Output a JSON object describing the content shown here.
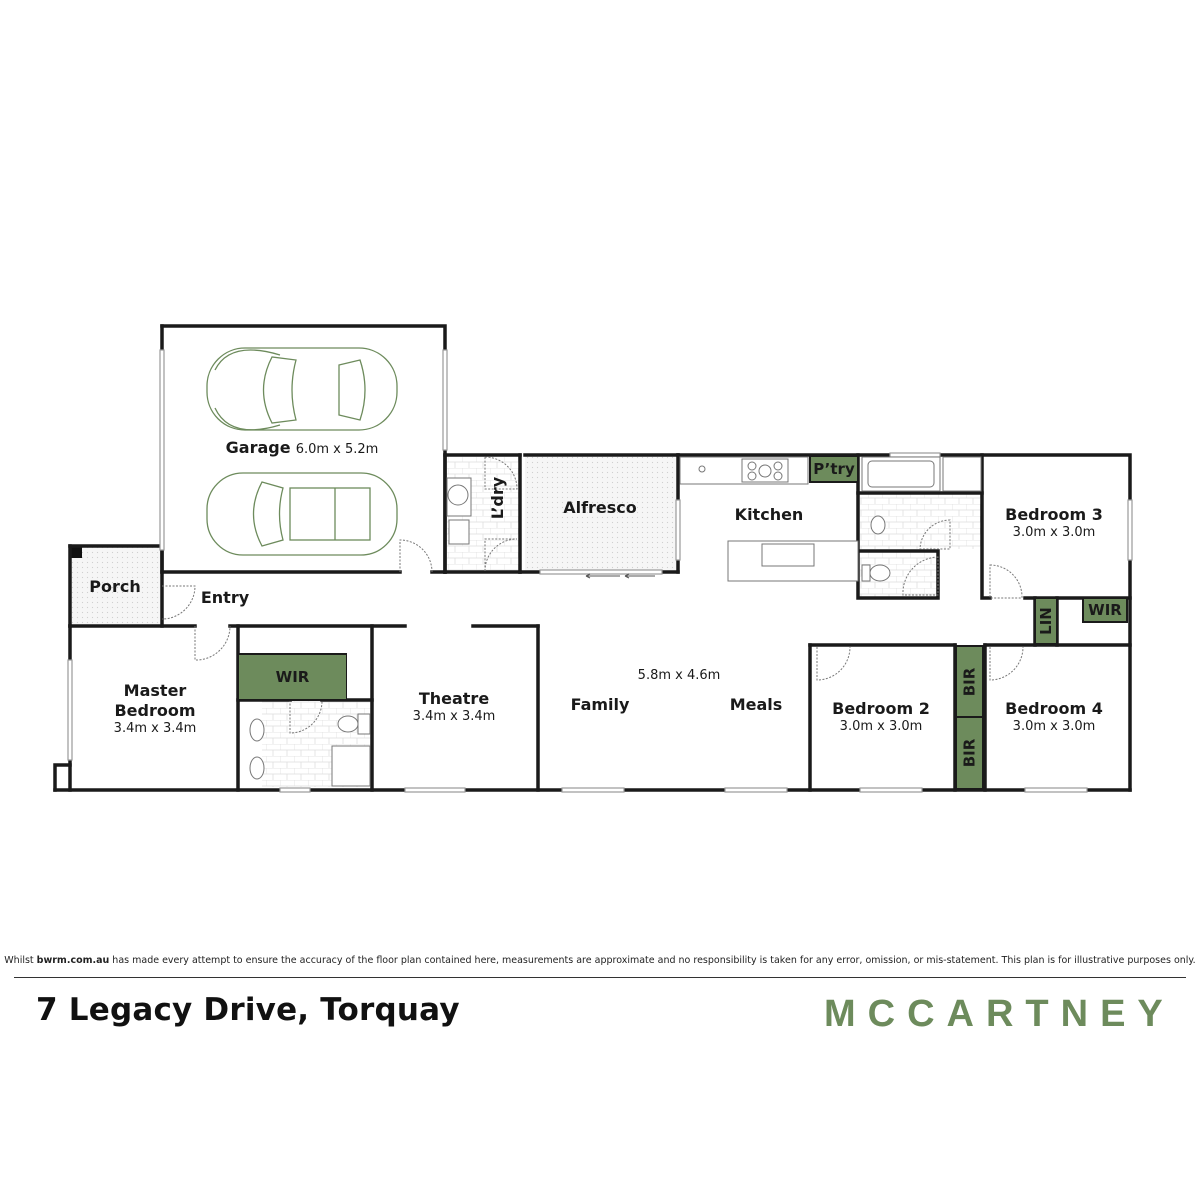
{
  "floorplan": {
    "rooms": {
      "garage": {
        "name": "Garage",
        "dims": "6.0m x 5.2m"
      },
      "laundry": {
        "name": "L’dry"
      },
      "alfresco": {
        "name": "Alfresco"
      },
      "kitchen": {
        "name": "Kitchen"
      },
      "pantry": {
        "name": "P’try"
      },
      "bedroom3": {
        "name": "Bedroom 3",
        "dims": "3.0m x 3.0m"
      },
      "wir_bed3": {
        "name": "WIR"
      },
      "linen": {
        "name": "LIN"
      },
      "porch": {
        "name": "Porch"
      },
      "entry": {
        "name": "Entry"
      },
      "master": {
        "name": "Master\nBedroom",
        "name_line1": "Master",
        "name_line2": "Bedroom",
        "dims": "3.4m x 3.4m"
      },
      "wir_master": {
        "name": "WIR"
      },
      "theatre": {
        "name": "Theatre",
        "dims": "3.4m x 3.4m"
      },
      "family_meals": {
        "dims": "5.8m x 4.6m",
        "family": "Family",
        "meals": "Meals"
      },
      "bedroom2": {
        "name": "Bedroom 2",
        "dims": "3.0m x 3.0m"
      },
      "bir_bed2": {
        "name": "BIR"
      },
      "bir_bed4": {
        "name": "BIR"
      },
      "bedroom4": {
        "name": "Bedroom 4",
        "dims": "3.0m x 3.0m"
      }
    },
    "colors": {
      "accent_green": "#6d8b5c",
      "wall": "#1a1a1a",
      "car_outline": "#6d8b5c"
    }
  },
  "footer": {
    "disclaimer_prefix": "Whilst ",
    "disclaimer_site": "bwrm.com.au",
    "disclaimer_suffix": " has made every attempt to ensure the accuracy of the floor plan contained here, measurements are approximate and no responsibility is taken for any error, omission, or mis-statement. This plan is for illustrative purposes only.",
    "address": "7 Legacy Drive, Torquay",
    "brand": "MCCARTNEY"
  }
}
